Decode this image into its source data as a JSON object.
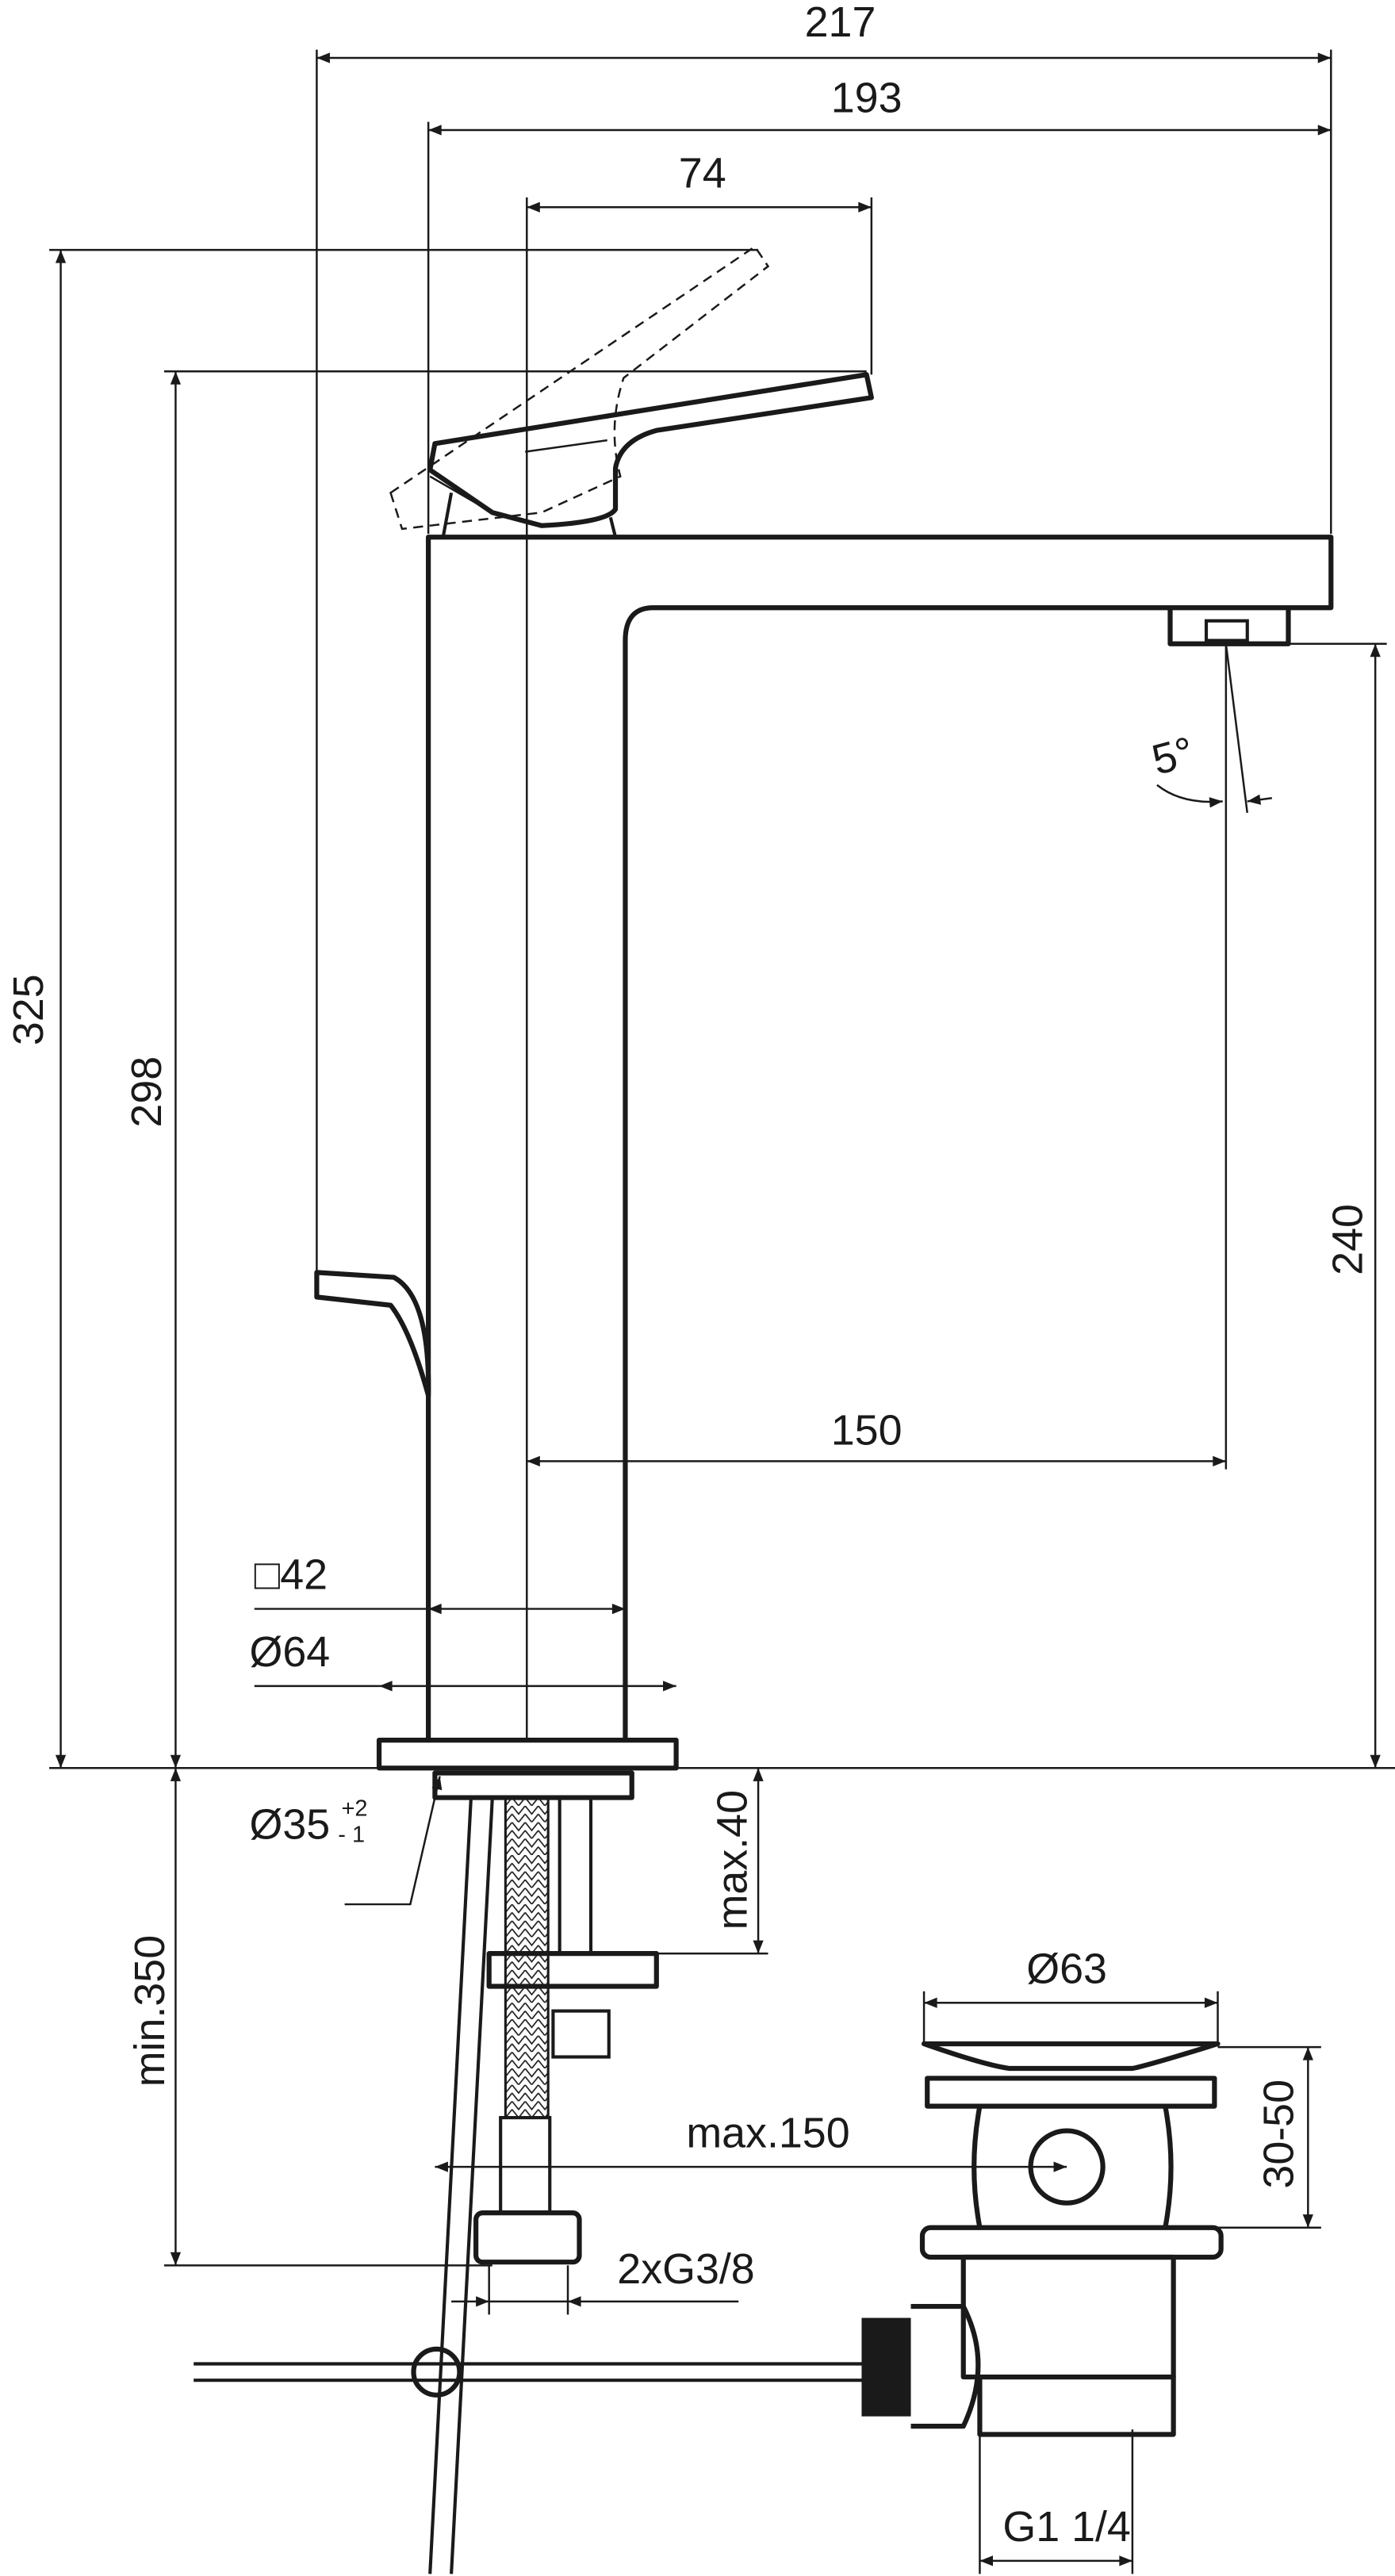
{
  "title": "Basin mixer technical drawing",
  "dimensions": {
    "d217": "217",
    "d193": "193",
    "d74": "74",
    "d325": "325",
    "d298": "298",
    "d240": "240",
    "d150": "150",
    "angle": "5°",
    "square42": "□42",
    "dia64": "Ø64",
    "dia35": "Ø35",
    "dia35_tol_plus": "+2",
    "dia35_tol_minus": "- 1",
    "max40": "max.40",
    "min350": "min.350",
    "dia63": "Ø63",
    "range30_50": "30-50",
    "max150": "max.150",
    "g38": "2xG3/8",
    "g114": "G1 1/4"
  }
}
